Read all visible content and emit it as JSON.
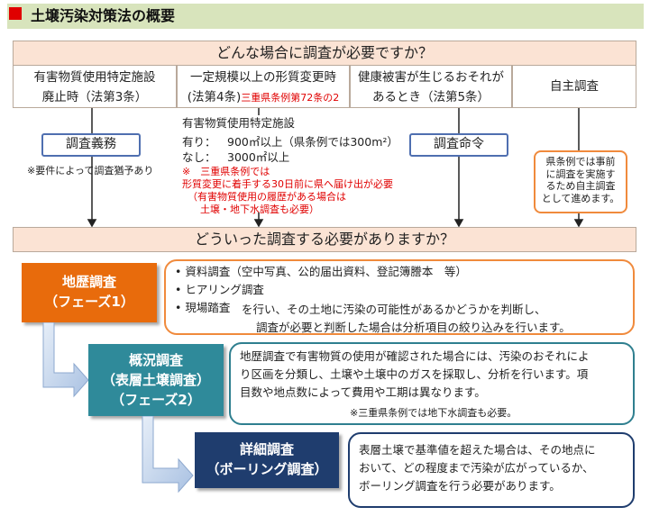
{
  "title": "土壌汚染対策法の概要",
  "question1": "どんな場合に調査が必要ですか？",
  "cases": [
    {
      "line1": "有害物質使用特定施設",
      "line2": "廃止時（法第3条）"
    },
    {
      "line1": "一定規模以上の形質変更時",
      "line2": "(法第4条)",
      "line2_red": "三重県条例第72条の2"
    },
    {
      "line1": "健康被害が生じるおそれが",
      "line2": "あるとき（法第5条）"
    },
    {
      "line1": "自主調査",
      "line2": ""
    }
  ],
  "obligation_label": "調査義務",
  "obligation_note": "※要件によって調査猶予あり",
  "facility_info": {
    "heading": "有害物質使用特定施設",
    "with_label": "有り：",
    "with_value": "900㎡以上（県条例では300m²）",
    "without_label": "なし：",
    "without_value": "3000㎡以上"
  },
  "pref_note": {
    "line1": "※　三重県条例では",
    "line2": "形質変更に着手する30日前に県へ届け出が必要",
    "line3": "（有害物質使用の履歴がある場合は",
    "line4": "土壌・地下水調査も必要）"
  },
  "order_label": "調査命令",
  "voluntary_note": {
    "line1": "県条例では事前",
    "line2": "に調査を実施す",
    "line3": "るため自主調査",
    "line4": "として進めます。"
  },
  "question2": "どういった調査する必要がありますか？",
  "phases": [
    {
      "title1": "地歴調査",
      "title2": "（フェーズ1）",
      "color": "#e86b0c",
      "border": "#f08a3c",
      "bullets": [
        "資料調査（空中写真、公的届出資料、登記簿謄本　等）",
        "ヒアリング調査",
        "現場踏査"
      ],
      "text1": "を行い、その土地に汚染の可能性があるかどうかを判断し、",
      "text2": "調査が必要と判断した場合は分析項目の絞り込みを行います。"
    },
    {
      "title1": "概況調査",
      "title2": "（表層土壌調査）",
      "title3": "（フェーズ2）",
      "color": "#2f8a9a",
      "border": "#2f7f8f",
      "text1": "地歴調査で有害物質の使用が確認された場合には、汚染のおそれによ",
      "text2": "り区画を分類し、土壌や土壌中のガスを採取し、分析を行います。項",
      "text3": "目数や地点数によって費用や工期は異なります。",
      "note": "※三重県条例では地下水調査も必要。"
    },
    {
      "title1": "詳細調査",
      "title2": "（ボーリング調査）",
      "color": "#1f3d6e",
      "border": "#1f3d6e",
      "text1": "表層土壌で基準値を超えた場合は、その地点に",
      "text2": "おいて、どの程度まで汚染が広がっているか、",
      "text3": "ボーリング調査を行う必要があります。"
    }
  ]
}
